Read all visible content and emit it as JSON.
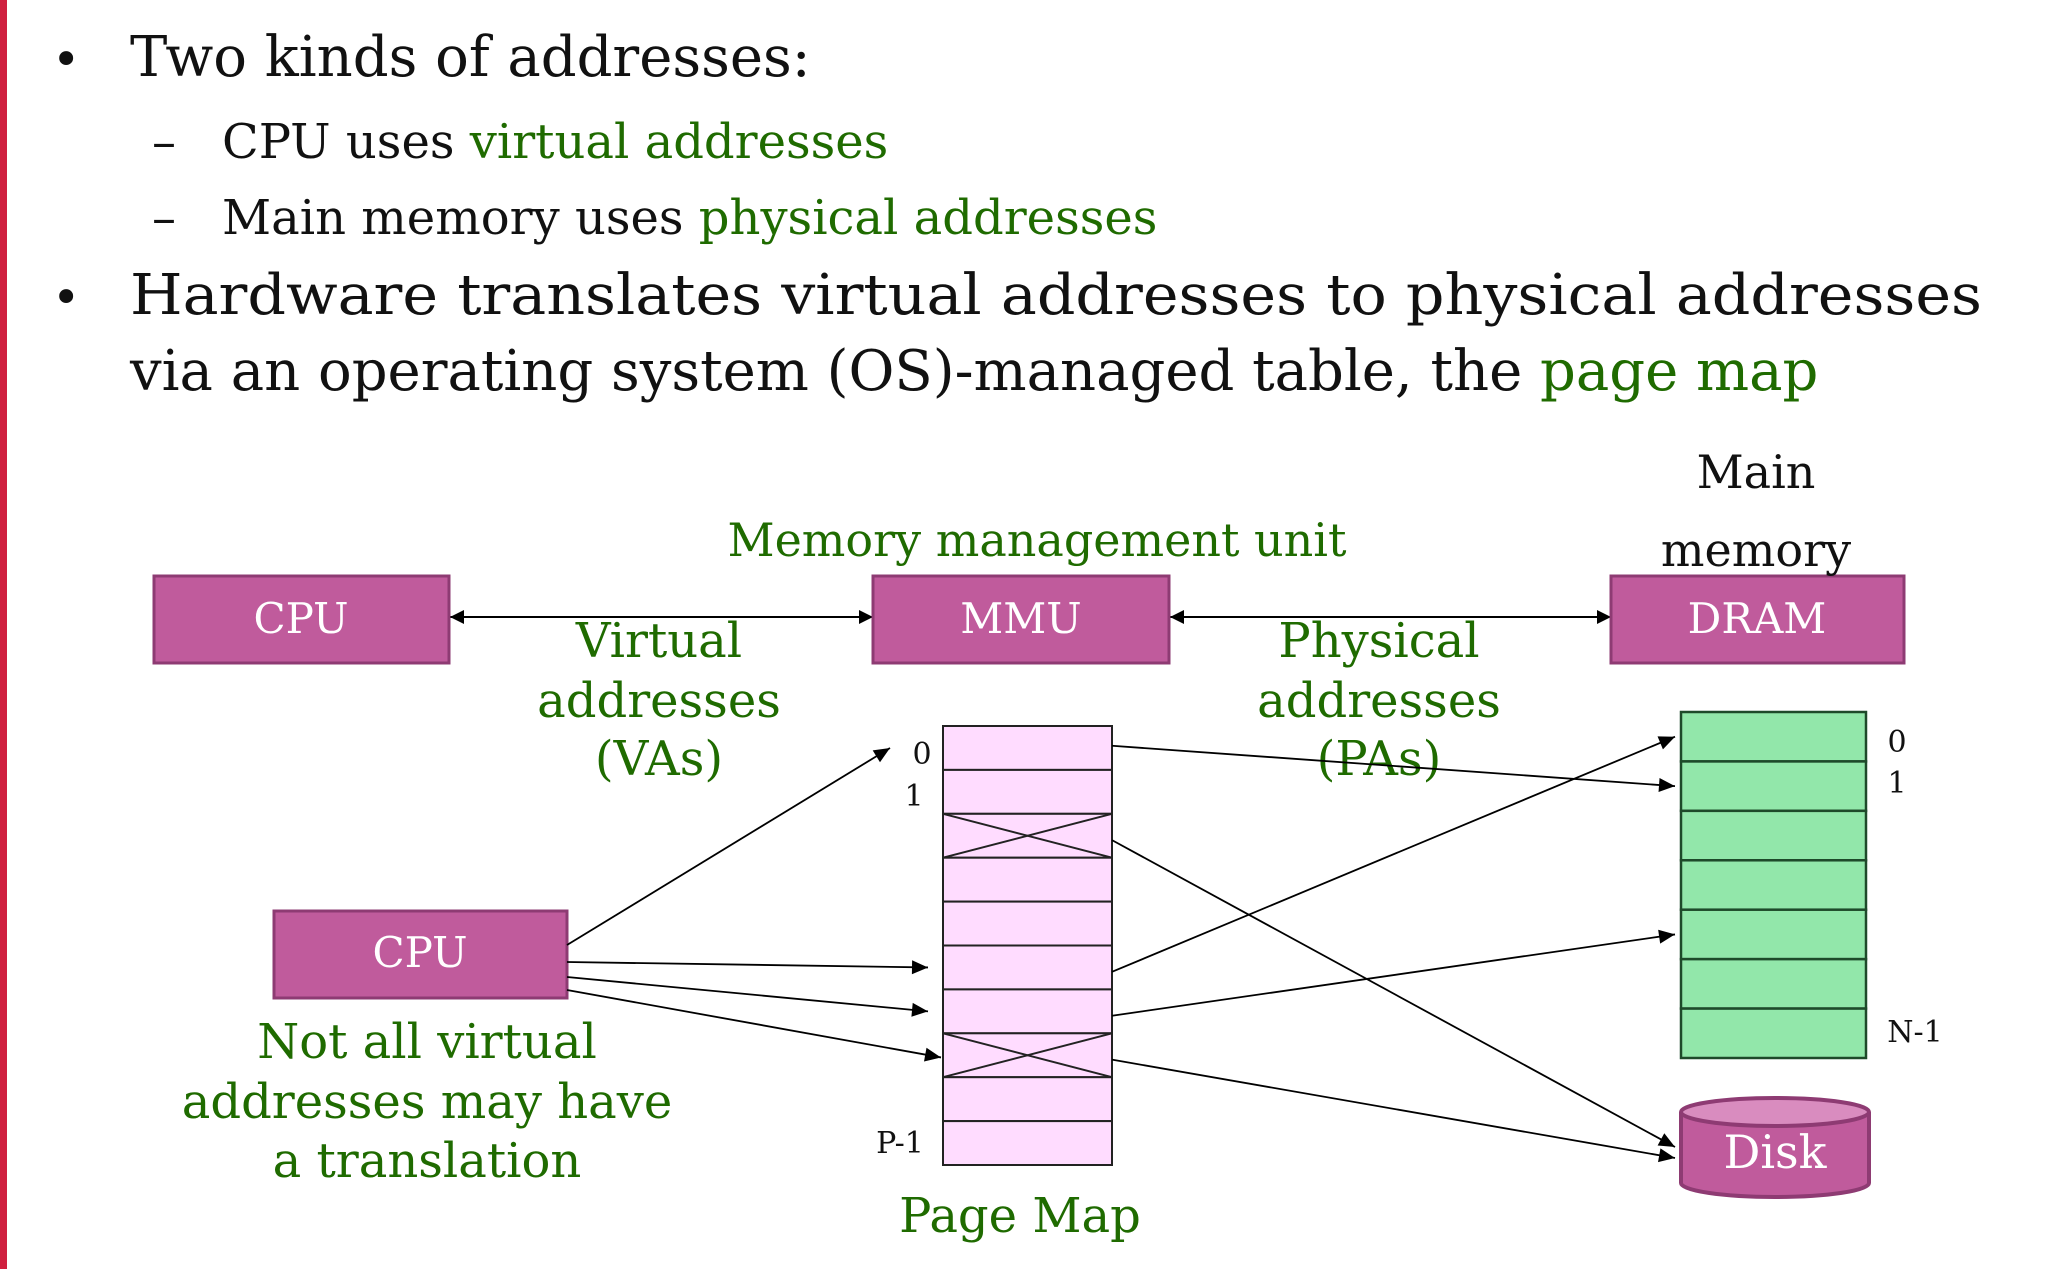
{
  "slide": {
    "bullets": [
      {
        "text_parts": [
          {
            "text": "Two kinds of addresses:",
            "highlight": false
          }
        ],
        "sub_items": [
          {
            "parts": [
              {
                "text": "CPU uses ",
                "highlight": false
              },
              {
                "text": "virtual addresses",
                "highlight": true
              }
            ]
          },
          {
            "parts": [
              {
                "text": "Main memory uses ",
                "highlight": false
              },
              {
                "text": "physical addresses",
                "highlight": true
              }
            ]
          }
        ]
      },
      {
        "line1": "Hardware translates virtual addresses to physical addresses",
        "line2_plain": "via an operating system (OS)-managed table, the ",
        "line2_highlight": "page map"
      }
    ],
    "bullet_glyph": "•",
    "dash_glyph": "–"
  },
  "diagram": {
    "top_row": {
      "cpu_label": "CPU",
      "mmu_label": "MMU",
      "dram_label": "DRAM",
      "mmu_caption": "Memory management unit",
      "main_memory_caption": [
        "Main",
        "memory"
      ],
      "virtual_caption": [
        "Virtual",
        "addresses",
        "(VAs)"
      ],
      "physical_caption": [
        "Physical",
        "addresses",
        "(PAs)"
      ]
    },
    "lower": {
      "cpu_label": "CPU",
      "cpu_caption": [
        "Not all virtual",
        "addresses may have",
        "a translation"
      ],
      "page_map": {
        "title": "Page Map",
        "row_count": 10,
        "invalid_rows": [
          2,
          7
        ],
        "index_labels": {
          "first": "0",
          "second": "1",
          "last": "P-1"
        }
      },
      "physical_memory": {
        "row_count": 7,
        "index_labels": {
          "first": "0",
          "second": "1",
          "last": "N-1"
        }
      },
      "disk_label": "Disk",
      "cpu_to_page_map_targets": [
        0,
        5,
        6,
        7
      ],
      "page_map_mappings": [
        {
          "from_row": 0,
          "to": "dram",
          "to_row": 1
        },
        {
          "from_row": 2,
          "to": "disk"
        },
        {
          "from_row": 5,
          "to": "dram",
          "to_row": 0
        },
        {
          "from_row": 6,
          "to": "dram",
          "to_row": 4
        },
        {
          "from_row": 7,
          "to": "disk"
        }
      ]
    },
    "colors": {
      "box_fill": "#c05b9c",
      "box_stroke": "#8e3b73",
      "page_map_fill": "#ffdcff",
      "dram_fill": "#92e7aa",
      "dram_stroke": "#1e4a2a",
      "highlight_text": "#1f6b00",
      "accent_bar": "#d0203f"
    }
  }
}
